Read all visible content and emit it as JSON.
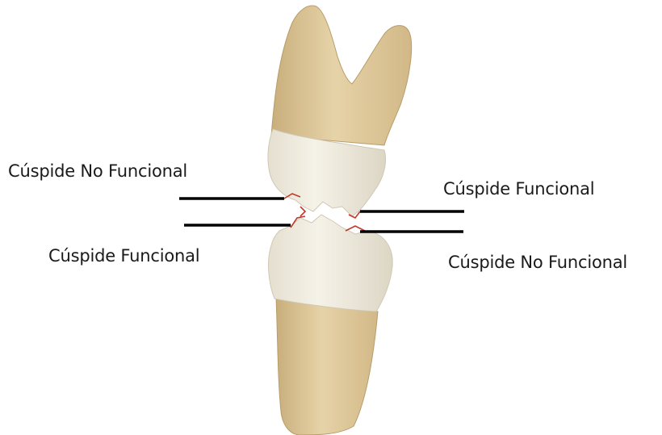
{
  "labels": {
    "upper_left": "Cúspide No Funcional",
    "upper_right": "Cúspide Funcional",
    "lower_left": "Cúspide Funcional",
    "lower_right": "Cúspide No Funcional"
  },
  "colors": {
    "background": "#ffffff",
    "root": "#e3cfa3",
    "root_shadow": "#c9ae7c",
    "enamel_crown": "#f1ede1",
    "enamel_shadow": "#d8d2c0",
    "reference_line": "#000000",
    "contact_mark": "#c0392b"
  }
}
